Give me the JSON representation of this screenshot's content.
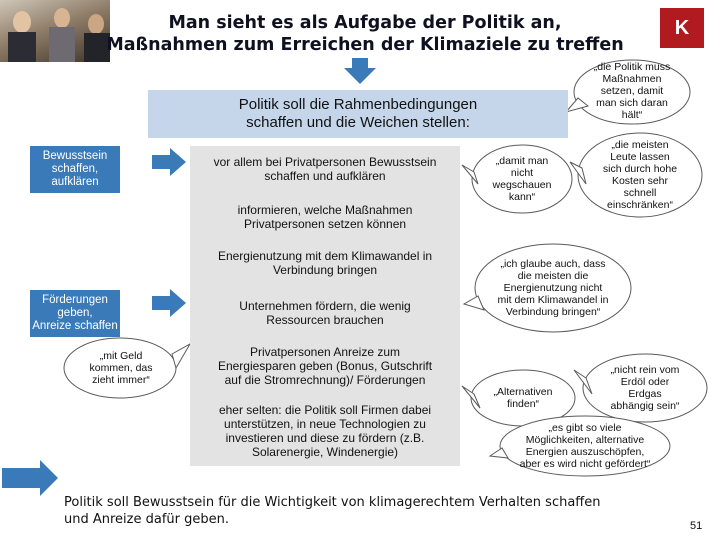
{
  "title": {
    "line1": "Man sieht es als Aufgabe der Politik an,",
    "line2": "Maßnahmen zum Erreichen der Klimaziele zu treffen"
  },
  "logo_text": "K",
  "header": {
    "line1": "Politik soll die Rahmenbedingungen",
    "line2": "schaffen und die Weichen stellen:"
  },
  "left_labels": {
    "bewusstsein": [
      "Bewusstsein",
      "schaffen,",
      "aufklären"
    ],
    "foerderungen": [
      "Förderungen",
      "geben,",
      "Anreize schaffen"
    ]
  },
  "left_bubble": [
    "„mit Geld",
    "kommen, das",
    "zieht immer“"
  ],
  "cells": [
    [
      "vor allem bei Privatpersonen Bewusstsein",
      "schaffen und aufklären"
    ],
    [
      "informieren, welche Maßnahmen",
      "Privatpersonen setzen können"
    ],
    [
      "Energienutzung mit dem Klimawandel in",
      "Verbindung bringen"
    ],
    [
      "Unternehmen fördern, die wenig",
      "Ressourcen brauchen"
    ],
    [
      "Privatpersonen Anreize zum",
      "Energiesparen geben (Bonus, Gutschrift",
      "auf die Stromrechnung)/ Förderungen"
    ],
    [
      "eher selten: die Politik soll Firmen dabei",
      "unterstützen, in neue Technologien zu",
      "investieren und diese zu fördern (z.B.",
      "Solarenergie, Windenergie)"
    ]
  ],
  "quotes": {
    "top_right": [
      "„die Politik muss",
      "Maßnahmen",
      "setzen, damit",
      "man sich daran",
      "hält“"
    ],
    "wegschauen": [
      "„damit man",
      "nicht",
      "wegschauen",
      "kann“"
    ],
    "einschraenken": [
      "„die meisten",
      "Leute lassen",
      "sich durch hohe",
      "Kosten sehr",
      "schnell",
      "einschränken“"
    ],
    "klimawandel": [
      "„ich glaube auch, dass",
      "die meisten die",
      "Energienutzung nicht",
      "mit dem Klimawandel in",
      "Verbindung bringen“"
    ],
    "alternativen": [
      "„Alternativen",
      "finden“"
    ],
    "erdoel": [
      "„nicht rein vom",
      "Erdöl oder",
      "Erdgas",
      "abhängig sein“"
    ],
    "moeglichkeiten": [
      "„es gibt so viele",
      "Möglichkeiten, alternative",
      "Energien auszuschöpfen,",
      "aber es wird nicht gefördert“"
    ]
  },
  "bottom": {
    "line1": "Politik soll Bewusstsein für die Wichtigkeit von klimagerechtem Verhalten schaffen",
    "line2": "und Anreize dafür geben."
  },
  "page_number": "51",
  "colors": {
    "accent_blue": "#3a7ab8",
    "header_fill": "#c6d6ea",
    "cell_fill": "#e3e3e3",
    "logo_red": "#b11a1f"
  }
}
